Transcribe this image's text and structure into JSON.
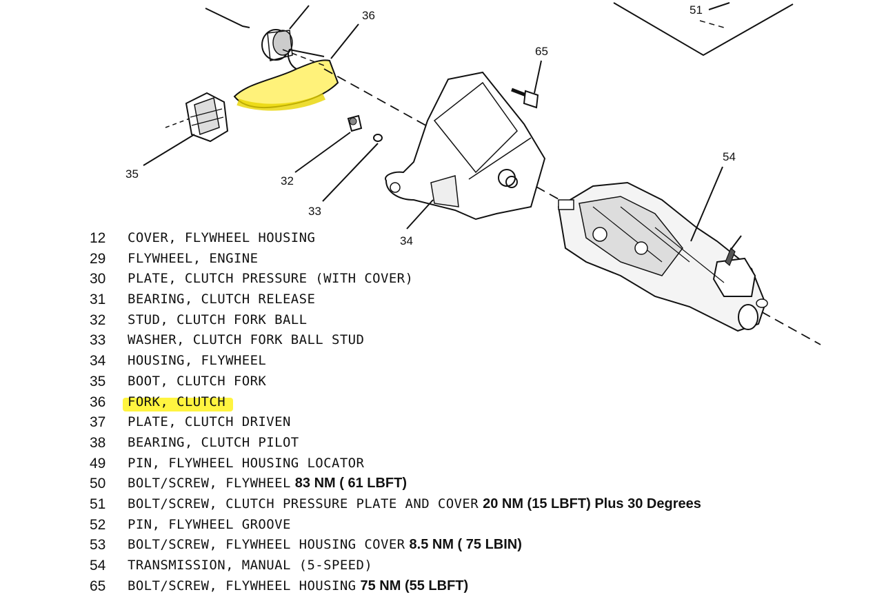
{
  "callouts": {
    "c36": "36",
    "c65": "65",
    "c51": "51",
    "c54": "54",
    "c35": "35",
    "c32": "32",
    "c33": "33",
    "c34": "34"
  },
  "parts": [
    {
      "num": "12",
      "desc": "COVER, FLYWHEEL HOUSING",
      "torque": ""
    },
    {
      "num": "29",
      "desc": "FLYWHEEL, ENGINE",
      "torque": ""
    },
    {
      "num": "30",
      "desc": "PLATE, CLUTCH PRESSURE (WITH COVER)",
      "torque": ""
    },
    {
      "num": "31",
      "desc": "BEARING, CLUTCH RELEASE",
      "torque": ""
    },
    {
      "num": "32",
      "desc": "STUD, CLUTCH FORK BALL",
      "torque": ""
    },
    {
      "num": "33",
      "desc": "WASHER, CLUTCH FORK BALL STUD",
      "torque": ""
    },
    {
      "num": "34",
      "desc": "HOUSING, FLYWHEEL",
      "torque": ""
    },
    {
      "num": "35",
      "desc": "BOOT, CLUTCH FORK",
      "torque": ""
    },
    {
      "num": "36",
      "desc": "FORK, CLUTCH",
      "torque": "",
      "highlight": true
    },
    {
      "num": "37",
      "desc": "PLATE, CLUTCH DRIVEN",
      "torque": ""
    },
    {
      "num": "38",
      "desc": "BEARING, CLUTCH PILOT",
      "torque": ""
    },
    {
      "num": "49",
      "desc": "PIN, FLYWHEEL HOUSING LOCATOR",
      "torque": ""
    },
    {
      "num": "50",
      "desc": "BOLT/SCREW, FLYWHEEL",
      "torque": "83 NM ( 61 LBFT)"
    },
    {
      "num": "51",
      "desc": "BOLT/SCREW, CLUTCH PRESSURE PLATE AND COVER",
      "torque": "20 NM  (15 LBFT) Plus 30 Degrees"
    },
    {
      "num": "52",
      "desc": "PIN, FLYWHEEL GROOVE",
      "torque": ""
    },
    {
      "num": "53",
      "desc": "BOLT/SCREW, FLYWHEEL HOUSING COVER",
      "torque": "8.5 NM ( 75 LBIN)"
    },
    {
      "num": "54",
      "desc": "TRANSMISSION, MANUAL (5-SPEED)",
      "torque": ""
    },
    {
      "num": "65",
      "desc": "BOLT/SCREW, FLYWHEEL HOUSING",
      "torque": "75 NM (55 LBFT)"
    }
  ],
  "colors": {
    "highlight": "#fff000",
    "ink": "#111111"
  }
}
